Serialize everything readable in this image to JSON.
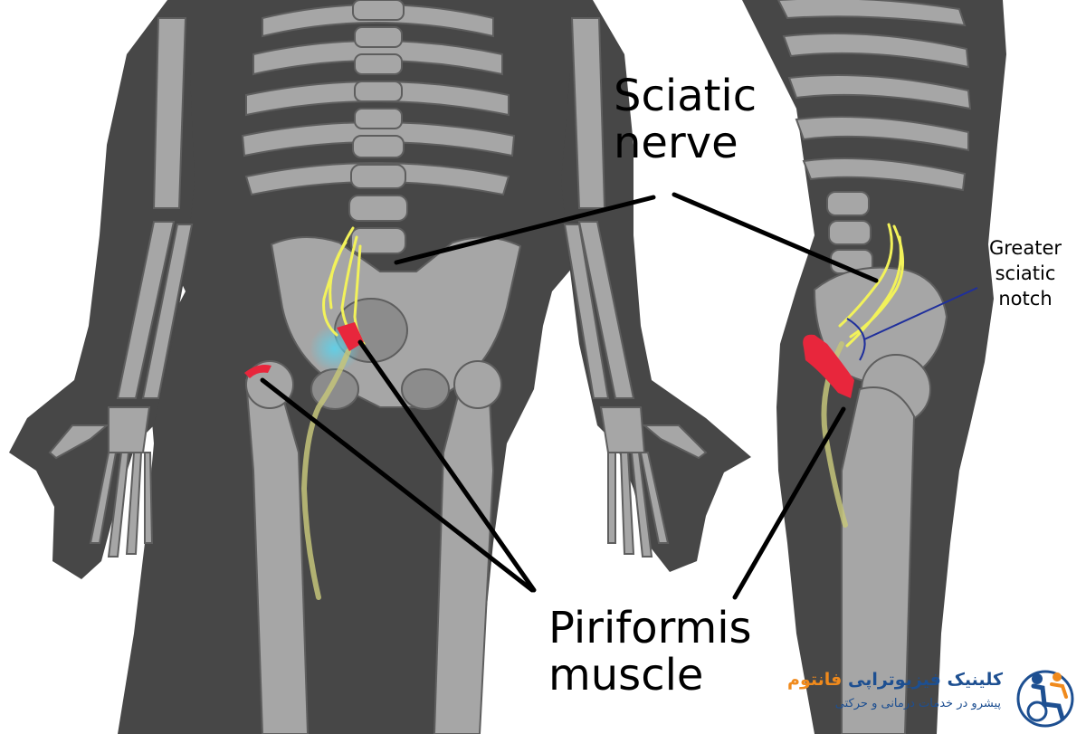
{
  "labels": {
    "sciatic_line1": "Sciatic",
    "sciatic_line2": "nerve",
    "piriformis_line1": "Piriformis",
    "piriformis_line2": "muscle",
    "notch_line1": "Greater",
    "notch_line2": "sciatic",
    "notch_line3": "notch"
  },
  "logo": {
    "title_main": "کلینیک فیزیوتراپی",
    "title_accent": "فانتوم",
    "subtitle": "پیشرو در خدمات درمانی و حرکتی"
  },
  "colors": {
    "body": "#474747",
    "bone": "#a6a6a6",
    "bone_stroke": "#5e5e5e",
    "nerve": "#f2f25a",
    "muscle": "#e8263c",
    "notch_line": "#1f2f9c",
    "brand_blue": "#1d4f91",
    "brand_orange": "#f08a1c"
  },
  "icons": [
    "physio-person-icon"
  ]
}
